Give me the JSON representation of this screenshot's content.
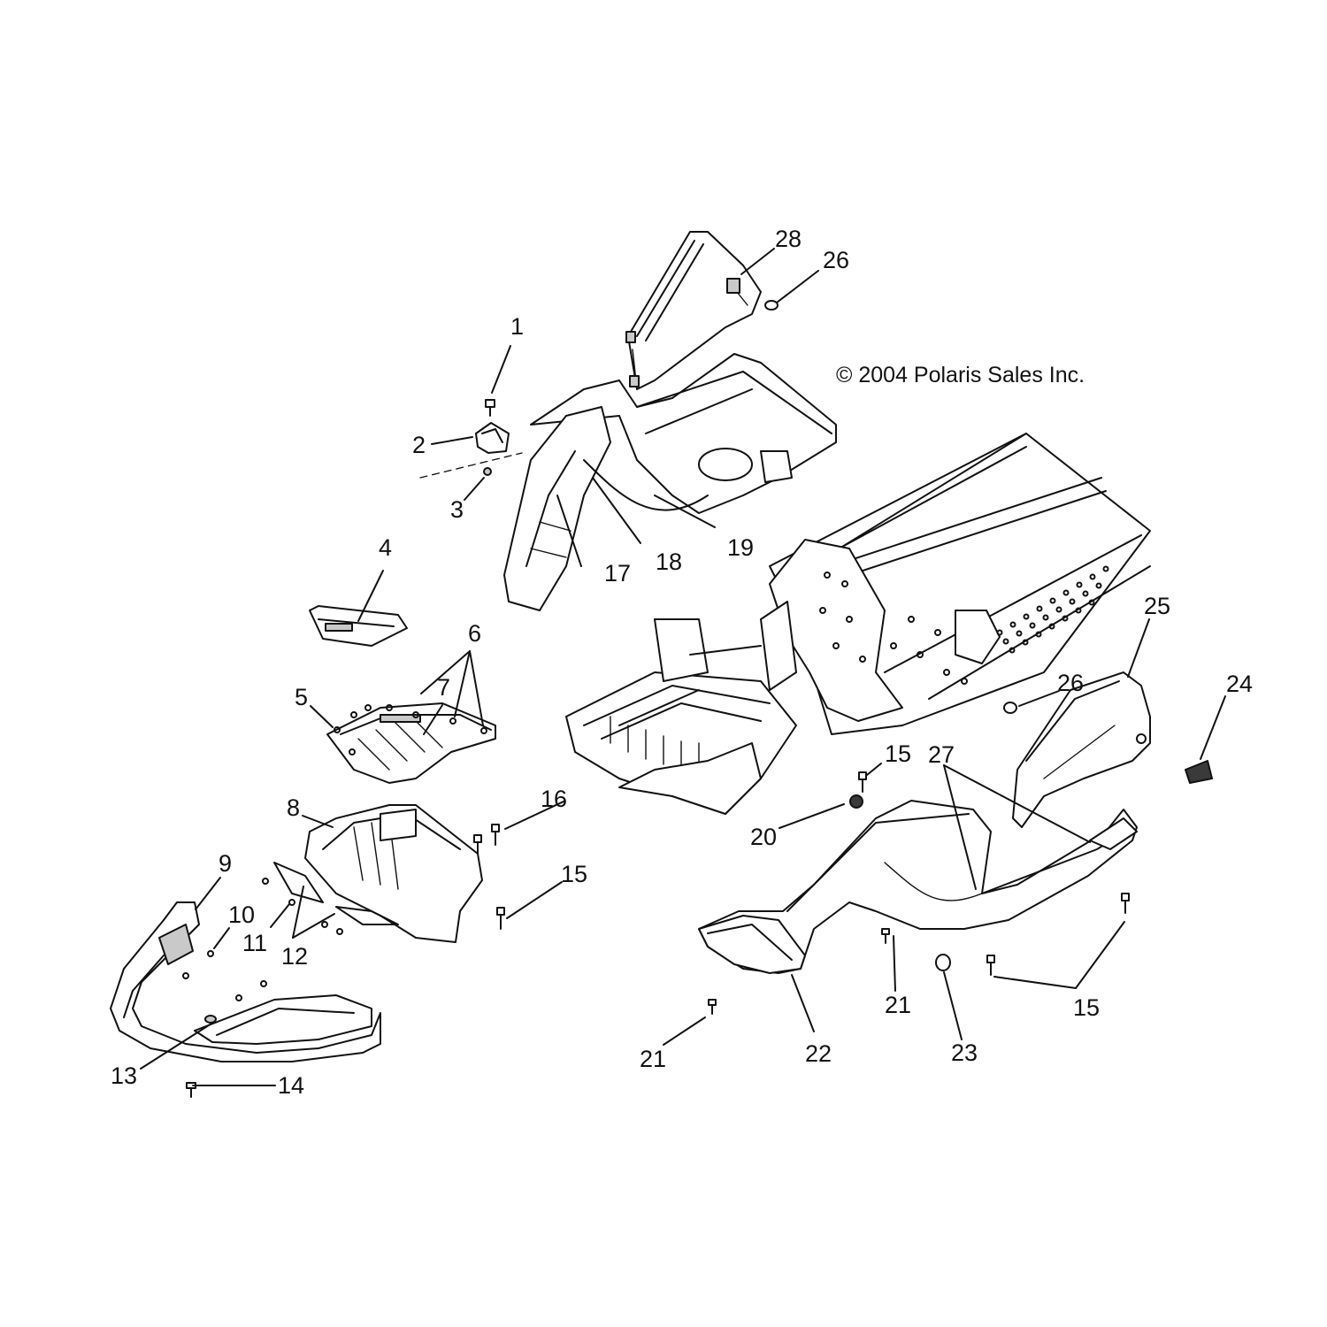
{
  "copyright": "© 2004 Polaris Sales Inc.",
  "callouts": [
    "1",
    "2",
    "3",
    "4",
    "5",
    "6",
    "7",
    "8",
    "9",
    "10",
    "11",
    "12",
    "13",
    "14",
    "15",
    "15",
    "15",
    "16",
    "17",
    "18",
    "19",
    "20",
    "21",
    "21",
    "22",
    "23",
    "24",
    "25",
    "26",
    "26",
    "27",
    "28"
  ]
}
